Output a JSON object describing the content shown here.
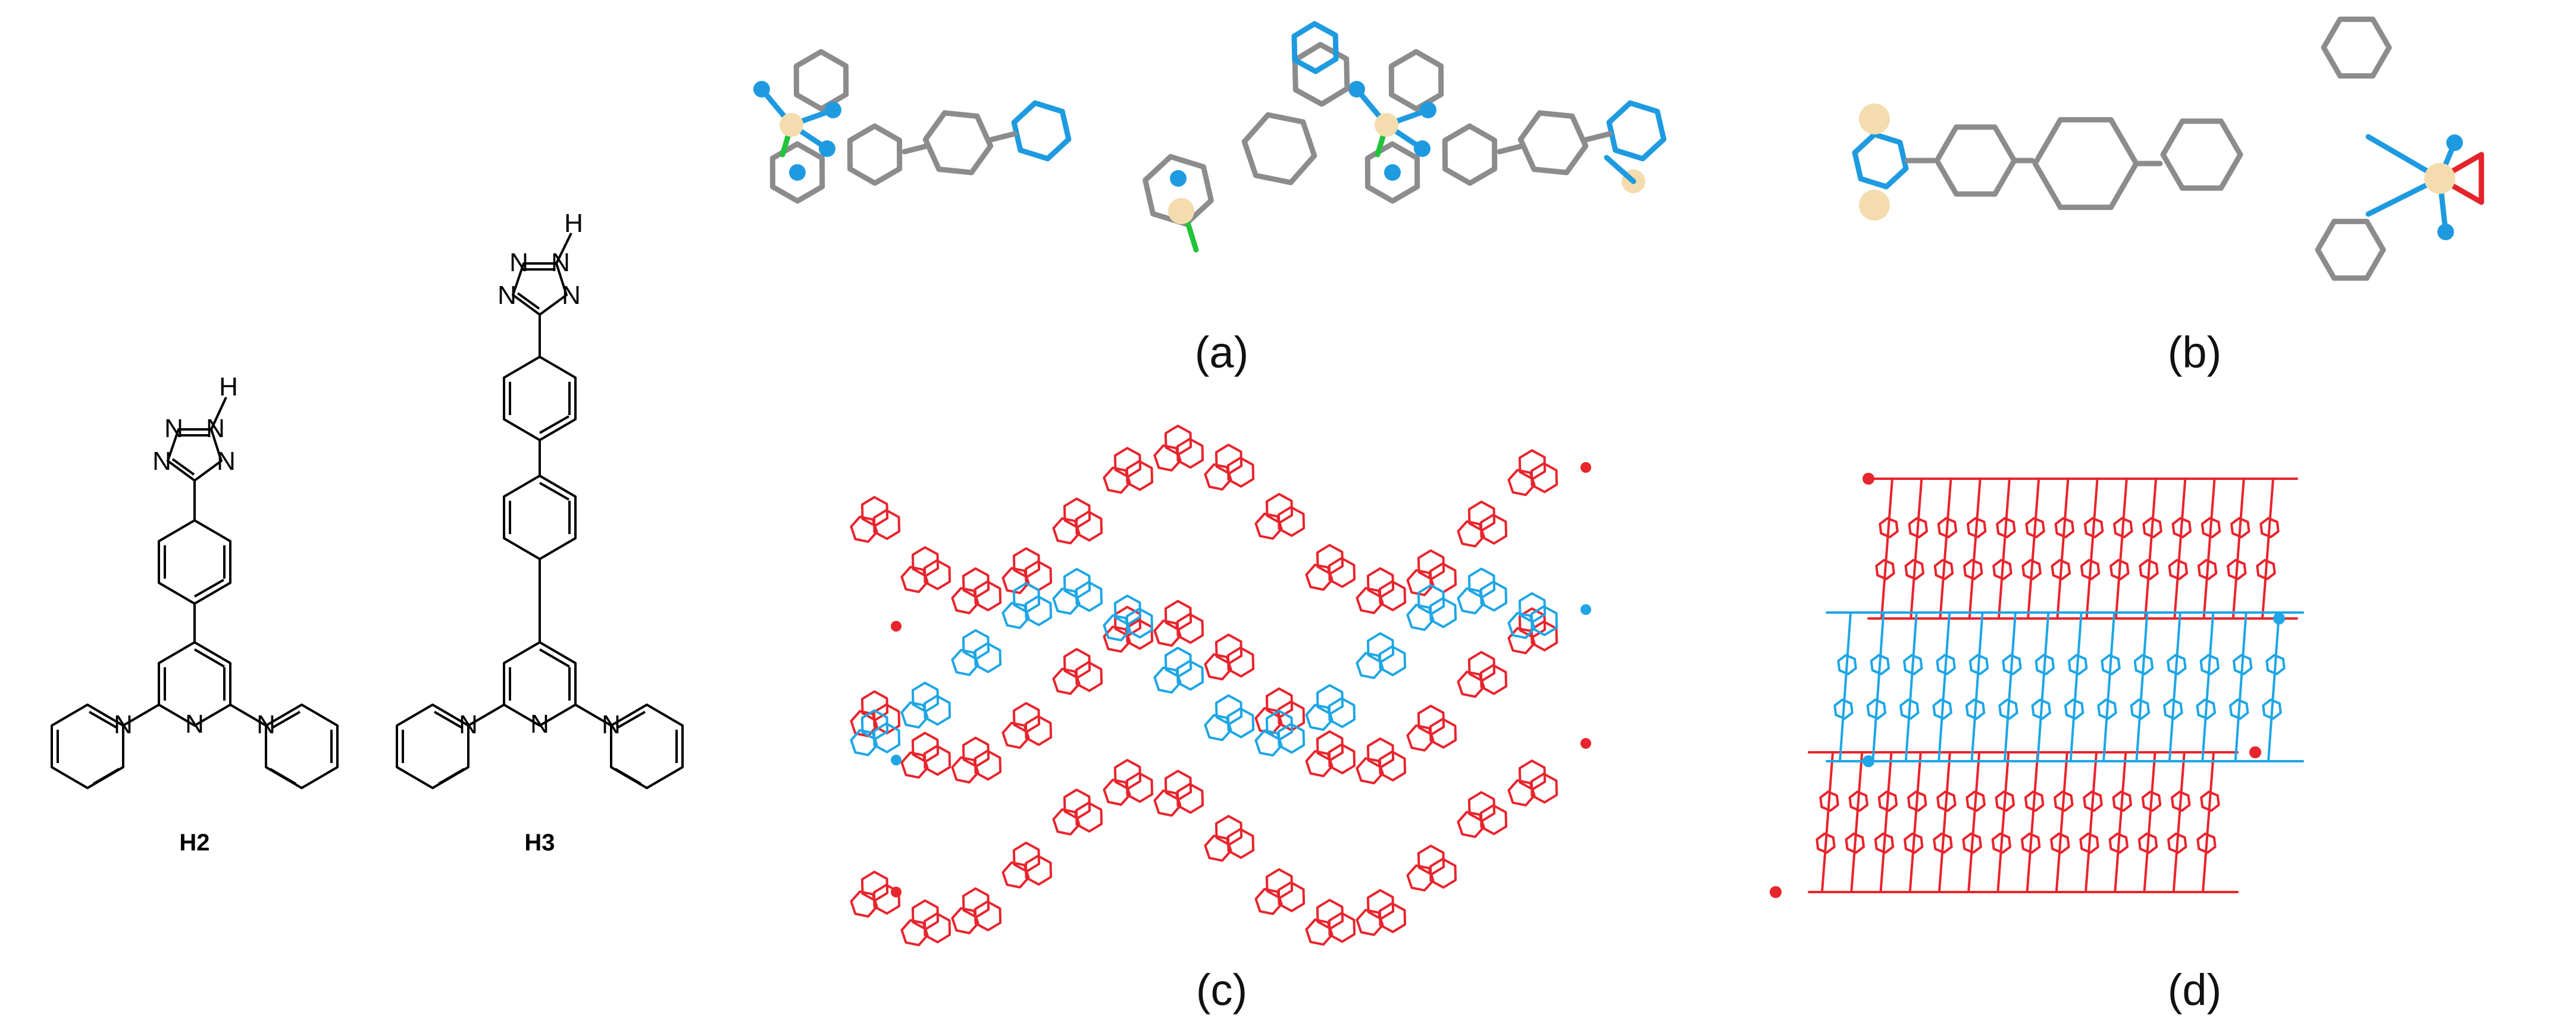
{
  "compounds": [
    {
      "id": "H2",
      "label": "H2",
      "atoms": {
        "n": "N",
        "h": "H"
      }
    },
    {
      "id": "H3",
      "label": "H3",
      "atoms": {
        "n": "N",
        "h": "H"
      }
    }
  ],
  "panels": {
    "a": {
      "label": "(a)"
    },
    "b": {
      "label": "(b)"
    },
    "c": {
      "label": "(c)"
    },
    "d": {
      "label": "(d)"
    }
  },
  "colors": {
    "bond": "#000000",
    "carbon": "#8c8c8c",
    "nitrogen": "#1e9be0",
    "metal": "#f4dcae",
    "chlorine": "#22c43a",
    "oxygen": "#e6222a",
    "network_red": "#e8242c",
    "network_blue": "#1ea6e6"
  }
}
